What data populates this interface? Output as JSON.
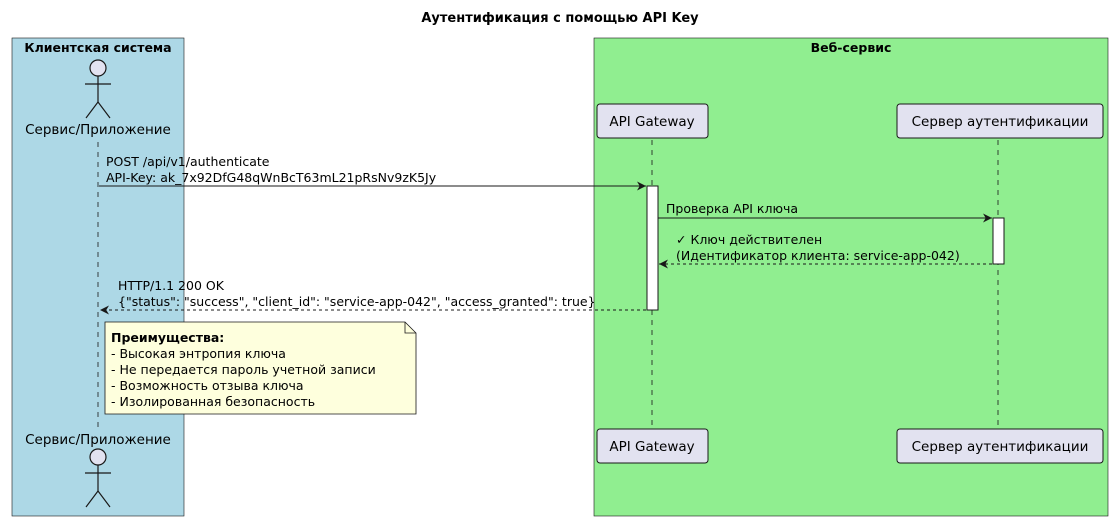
{
  "title": "Аутентификация с помощью API Key",
  "boxes": [
    {
      "title": "Клиентская система",
      "color": "#ADD8E6"
    },
    {
      "title": "Веб-сервис",
      "color": "#90EE90"
    }
  ],
  "participants": [
    {
      "name": "Сервис/Приложение",
      "kind": "actor"
    },
    {
      "name": "API Gateway",
      "kind": "participant"
    },
    {
      "name": "Сервер аутентификации",
      "kind": "participant"
    }
  ],
  "messages": [
    {
      "lines": [
        "POST /api/v1/authenticate",
        "API-Key: ak_7x92DfG48qWnBcT63mL21pRsNv9zK5Jy"
      ],
      "style": "solid"
    },
    {
      "lines": [
        "Проверка API ключа"
      ],
      "style": "solid"
    },
    {
      "lines": [
        "✓ Ключ действителен",
        "(Идентификатор клиента: service-app-042)"
      ],
      "style": "dashed"
    },
    {
      "lines": [
        "HTTP/1.1 200 OK",
        "{\"status\": \"success\", \"client_id\": \"service-app-042\", \"access_granted\": true}"
      ],
      "style": "dashed"
    }
  ],
  "note": {
    "title": "Преимущества:",
    "items": [
      "- Высокая энтропия ключа",
      "- Не передается пароль учетной записи",
      "- Возможность отзыва ключа",
      "- Изолированная безопасность"
    ],
    "color": "#FEFFDD"
  },
  "colors": {
    "participant_fill": "#E2E2F0",
    "participant_stroke": "#181818",
    "lifeline": "#181818",
    "activation_fill": "#FFFFFF"
  }
}
